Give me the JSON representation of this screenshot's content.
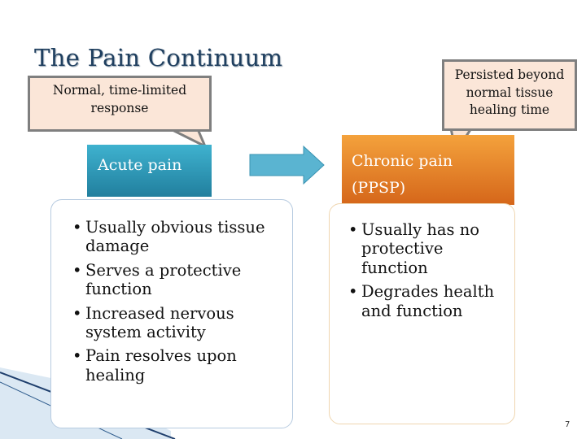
{
  "slide": {
    "title": "The Pain Continuum",
    "page_number": "7"
  },
  "callouts": {
    "left": "Normal, time-limited response",
    "right": "Persisted beyond normal tissue healing time"
  },
  "acute": {
    "header": "Acute pain",
    "bullets": [
      "Usually obvious tissue damage",
      "Serves a protective function",
      "Increased nervous system activity",
      "Pain resolves upon healing"
    ]
  },
  "chronic": {
    "header_line1": "Chronic pain",
    "header_line2": "(PPSP)",
    "bullets": [
      "Usually has no protective function",
      "Degrades health and function"
    ]
  },
  "colors": {
    "title": "#1f3f5f",
    "acute_header": "#2a93b3",
    "chronic_header": "#e4802a",
    "callout_fill": "#fbe6d8",
    "arrow": "#5ab4d1"
  }
}
